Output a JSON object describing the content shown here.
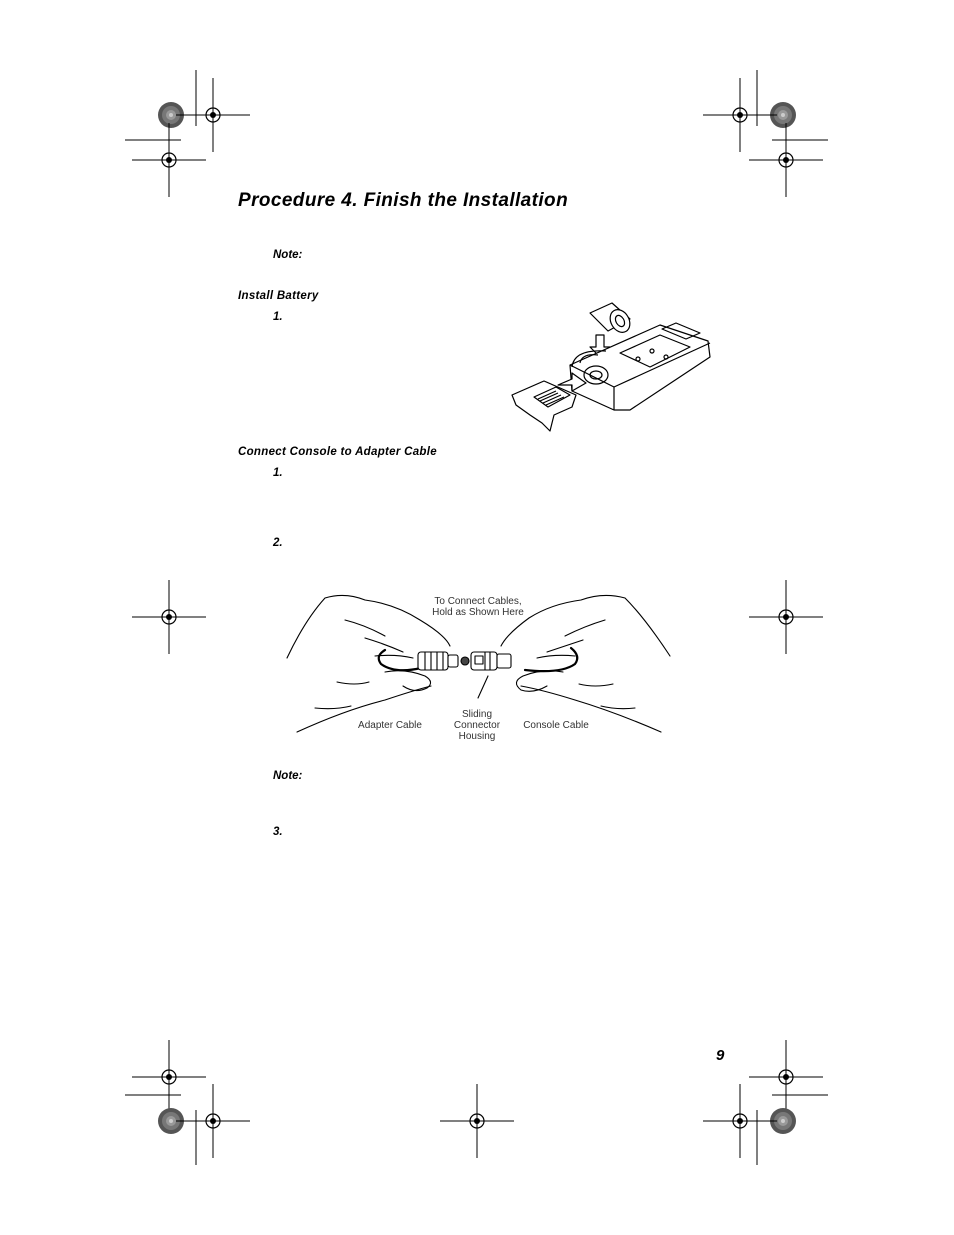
{
  "page": {
    "title": "Procedure 4. Finish the Installation",
    "page_number": "9"
  },
  "note_1": {
    "label": "Note:"
  },
  "install_battery": {
    "heading": "Install Battery",
    "step_1": "1."
  },
  "connect_console": {
    "heading": "Connect Console to Adapter Cable",
    "step_1": "1.",
    "step_2": "2.",
    "step_3": "3."
  },
  "cable_figure": {
    "caption_top_line1": "To Connect Cables,",
    "caption_top_line2": "Hold as Shown Here",
    "label_left": "Adapter Cable",
    "label_middle_line1": "Sliding",
    "label_middle_line2": "Connector",
    "label_middle_line3": "Housing",
    "label_right": "Console Cable"
  },
  "note_2": {
    "label": "Note:"
  },
  "icons": [
    "registration-mark-icon",
    "color-target-icon"
  ]
}
